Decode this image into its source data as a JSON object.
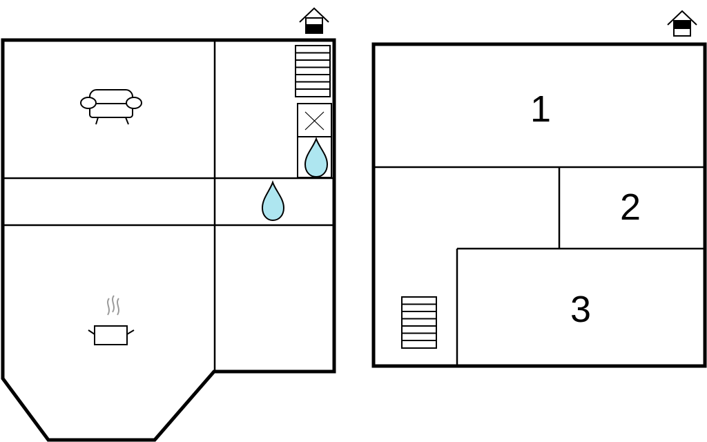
{
  "colors": {
    "wall": "#000000",
    "water": "#aee6f0",
    "background": "#ffffff",
    "steam": "#9a9a9a"
  },
  "ground_floor": {
    "icons": [
      "house-level-icon",
      "sofa-icon",
      "stairs-icon",
      "cross-icon",
      "water-drop-icon",
      "water-drop-icon",
      "cooking-pot-icon"
    ]
  },
  "upper_floor": {
    "rooms": [
      {
        "label": "1"
      },
      {
        "label": "2"
      },
      {
        "label": "3"
      }
    ],
    "icons": [
      "house-level-icon",
      "stairs-icon"
    ]
  }
}
